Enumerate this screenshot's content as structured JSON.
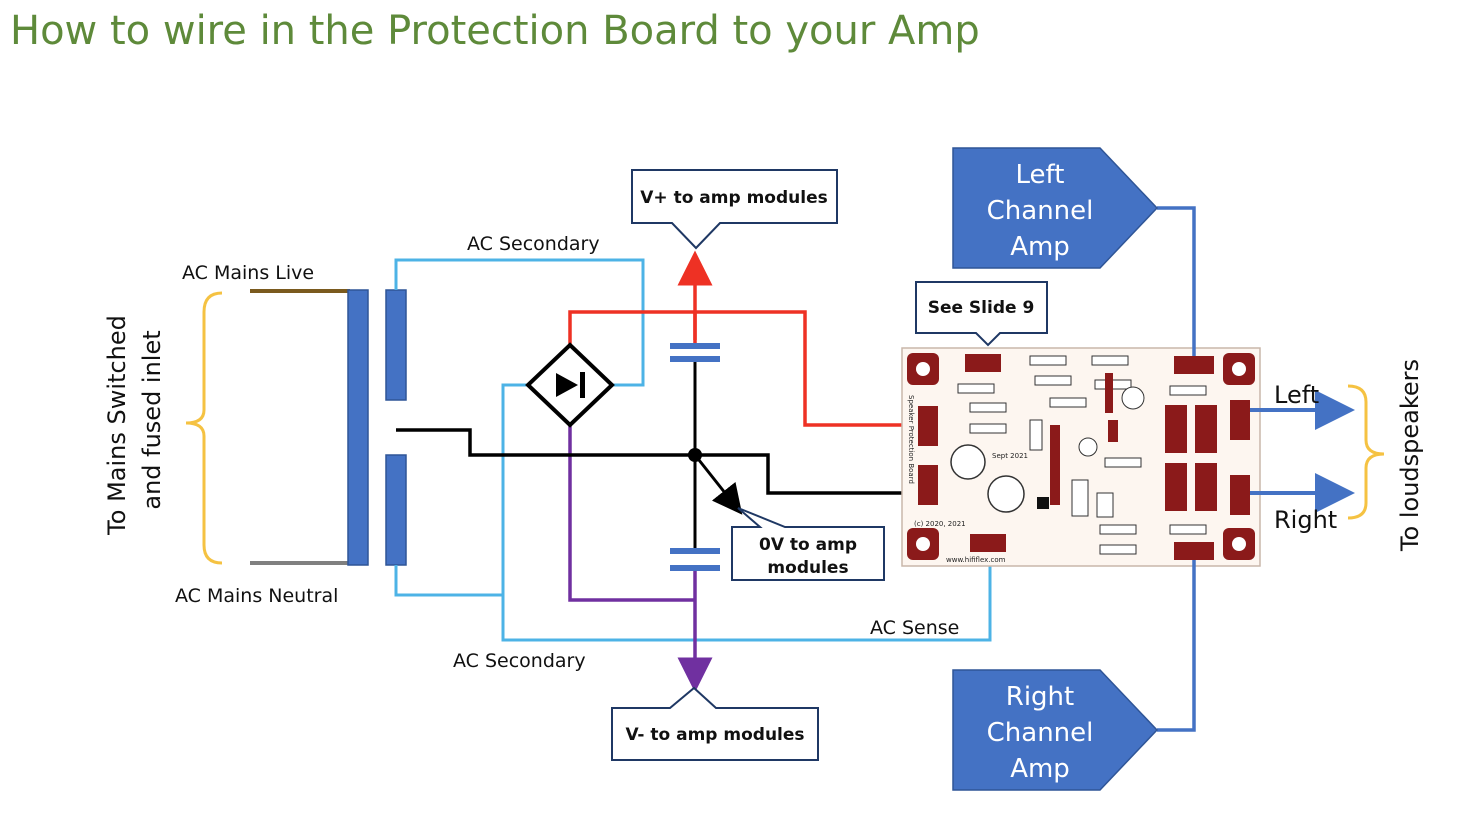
{
  "title": "How to wire in the Protection Board to your Amp",
  "labels": {
    "ac_mains_live": "AC Mains Live",
    "ac_mains_neutral": "AC Mains Neutral",
    "ac_secondary_top": "AC Secondary",
    "ac_secondary_bottom": "AC Secondary",
    "ac_sense": "AC Sense",
    "mains_inlet_line1": "To Mains Switched",
    "mains_inlet_line2": "and fused inlet",
    "to_loudspeakers": "To loudspeakers",
    "left_out": "Left",
    "right_out": "Right"
  },
  "callouts": {
    "v_plus": "V+ to amp modules",
    "v_minus": "V- to amp modules",
    "zero_v_line1": "0V to amp",
    "zero_v_line2": "modules",
    "see_slide": "See Slide 9"
  },
  "amps": {
    "left": [
      "Left",
      "Channel",
      "Amp"
    ],
    "right": [
      "Right",
      "Channel",
      "Amp"
    ]
  },
  "pcb": {
    "side_label": "Speaker Protection Board",
    "copyright": "(c) 2020, 2021",
    "website": "www.hififlex.com",
    "date": "Sept 2021"
  },
  "colors": {
    "title": "#5e8a3a",
    "transformer": "#4472c4",
    "ac_secondary_wire": "#4db3e6",
    "positive_rail": "#ee3124",
    "negative_rail": "#7030a0",
    "ground": "#000000",
    "bracket": "#f5c242",
    "amp_arrow": "#4472c4",
    "mains_live": "#7a5a1e",
    "mains_neutral": "#808080"
  }
}
